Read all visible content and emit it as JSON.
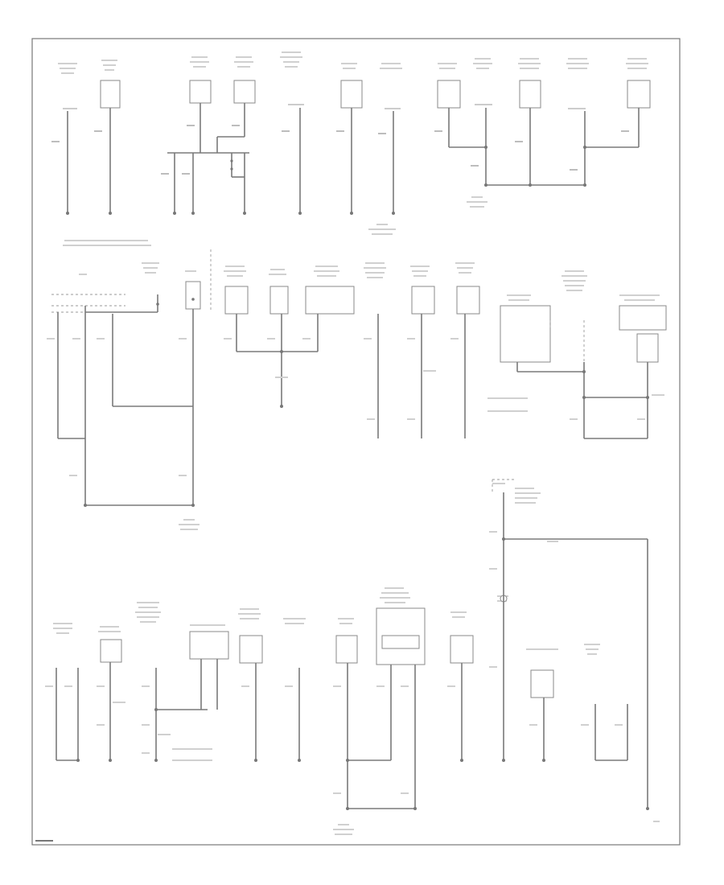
{
  "diagram": {
    "title": "",
    "footer_code": "",
    "text_legible": false,
    "sections": [
      {
        "id": "upper-ground-bus",
        "components": 15
      },
      {
        "id": "middle-ground-bus",
        "components": 12
      },
      {
        "id": "lower-ground-bus",
        "components": 14
      }
    ]
  }
}
